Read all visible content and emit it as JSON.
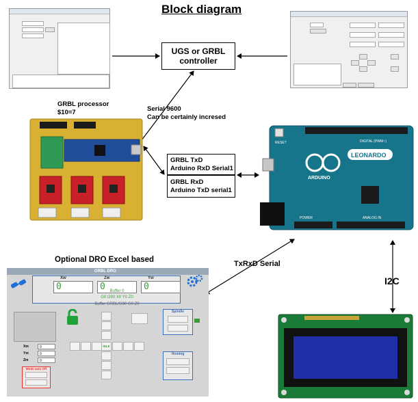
{
  "title": "Block diagram",
  "controller": {
    "line1": "UGS or GRBL",
    "line2": "controller"
  },
  "grbl_processor": {
    "line1": "GRBL processor",
    "line2": "$10=7"
  },
  "serial": {
    "line1": "Serial 9600",
    "line2": "Can be certainly incresed"
  },
  "txrx": {
    "box1_line1": "GRBL TxD",
    "box1_line2": "Arduino RxD Serial1",
    "box2_line1": "GRBL RxD",
    "box2_line2": "Arduino TxD serial1"
  },
  "dro": {
    "title": "Optional DRO Excel based",
    "header": "GRBL DRO",
    "axes": [
      "Xw",
      "Zw",
      "Yw"
    ],
    "values": [
      "0",
      "0",
      "0"
    ],
    "buffer": "Buffer 0",
    "gcode": "G0 G90 X0 Y0 Z0",
    "buffer_line": "Buffer GRBL/G90 G0 Z0",
    "idle": "IDLE",
    "coords": [
      {
        "label": "Xm",
        "value": "0"
      },
      {
        "label": "Ym",
        "value": "0"
      },
      {
        "label": "Zm",
        "value": "0"
      }
    ],
    "spindle": "Spindle",
    "homing": "Homing",
    "mode": "Mode auto Off"
  },
  "txrx_serial": "TxRxD Serial",
  "i2c": "I2C",
  "leonardo": {
    "brand": "ARDUINO",
    "model": "LEONARDO",
    "reset": "RESET",
    "digital": "DIGITAL (PWM~)",
    "analog": "ANALOG IN",
    "power": "POWER"
  },
  "colors": {
    "pcb_yellow": "#d8b132",
    "driver_red": "#c8212a",
    "nano_blue": "#1f4d9a",
    "arduino_teal": "#16758a",
    "lcd_blue": "#1f2fa8",
    "lcd_green": "#1a7a37",
    "dro_blue": "#3a6db5",
    "dro_green": "#3c9a3c",
    "padlock_green": "#1fa13a",
    "gear_blue": "#1e6fd9",
    "mode_red": "#e83030"
  }
}
